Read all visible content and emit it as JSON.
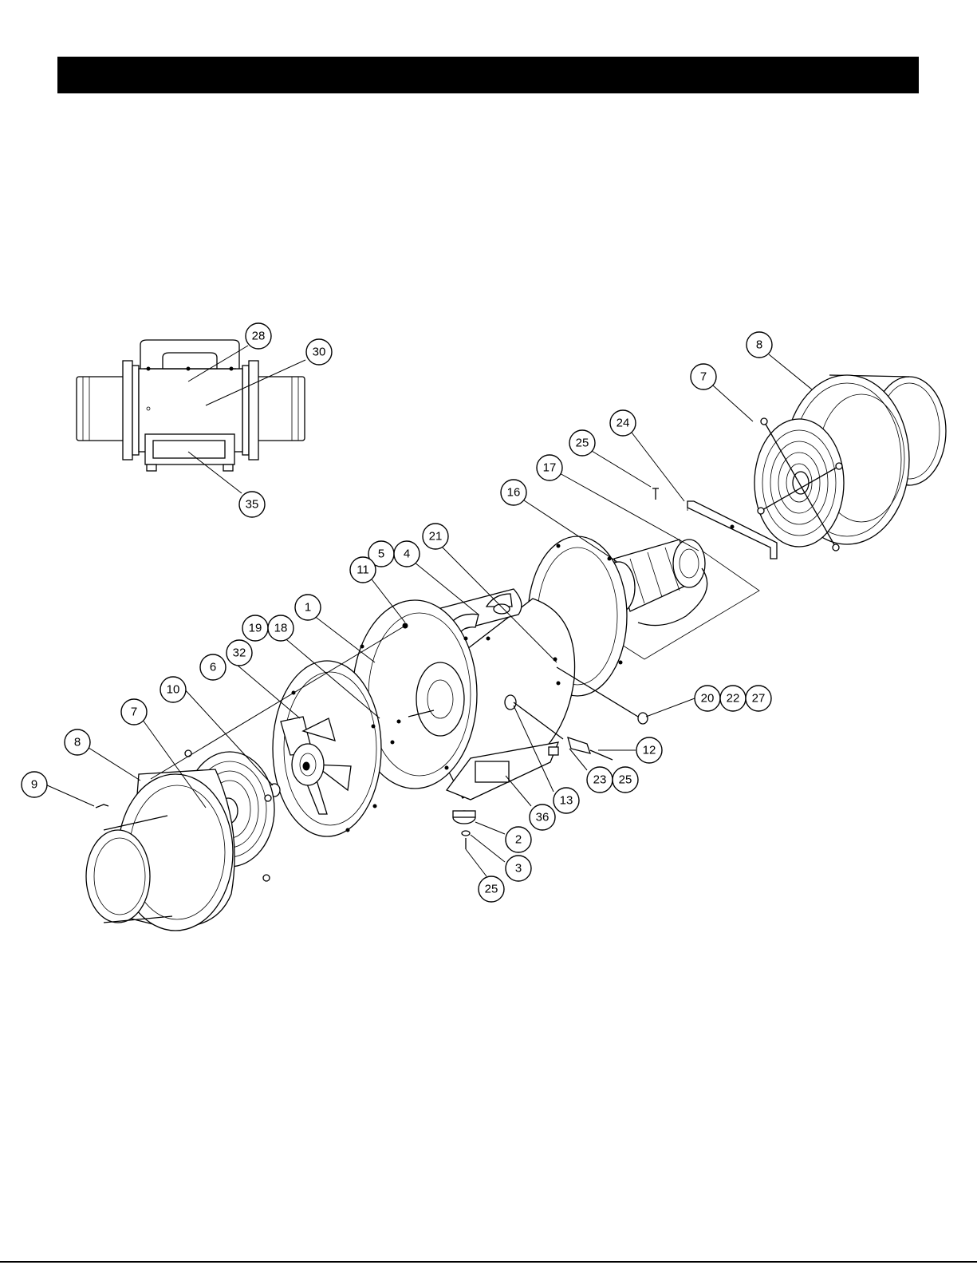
{
  "callouts": [
    {
      "id": "c28",
      "label": "28"
    },
    {
      "id": "c30",
      "label": "30"
    },
    {
      "id": "c35",
      "label": "35"
    },
    {
      "id": "c8r",
      "label": "8"
    },
    {
      "id": "c7r",
      "label": "7"
    },
    {
      "id": "c24",
      "label": "24"
    },
    {
      "id": "c25a",
      "label": "25"
    },
    {
      "id": "c17",
      "label": "17"
    },
    {
      "id": "c16",
      "label": "16"
    },
    {
      "id": "c21",
      "label": "21"
    },
    {
      "id": "c5",
      "label": "5"
    },
    {
      "id": "c4",
      "label": "4"
    },
    {
      "id": "c11",
      "label": "11"
    },
    {
      "id": "c1",
      "label": "1"
    },
    {
      "id": "c19",
      "label": "19"
    },
    {
      "id": "c18",
      "label": "18"
    },
    {
      "id": "c32",
      "label": "32"
    },
    {
      "id": "c6",
      "label": "6"
    },
    {
      "id": "c10",
      "label": "10"
    },
    {
      "id": "c7l",
      "label": "7"
    },
    {
      "id": "c8l",
      "label": "8"
    },
    {
      "id": "c9",
      "label": "9"
    },
    {
      "id": "c20",
      "label": "20"
    },
    {
      "id": "c22",
      "label": "22"
    },
    {
      "id": "c27",
      "label": "27"
    },
    {
      "id": "c12",
      "label": "12"
    },
    {
      "id": "c23",
      "label": "23"
    },
    {
      "id": "c25b",
      "label": "25"
    },
    {
      "id": "c13",
      "label": "13"
    },
    {
      "id": "c36",
      "label": "36"
    },
    {
      "id": "c2",
      "label": "2"
    },
    {
      "id": "c3",
      "label": "3"
    },
    {
      "id": "c25c",
      "label": "25"
    }
  ]
}
